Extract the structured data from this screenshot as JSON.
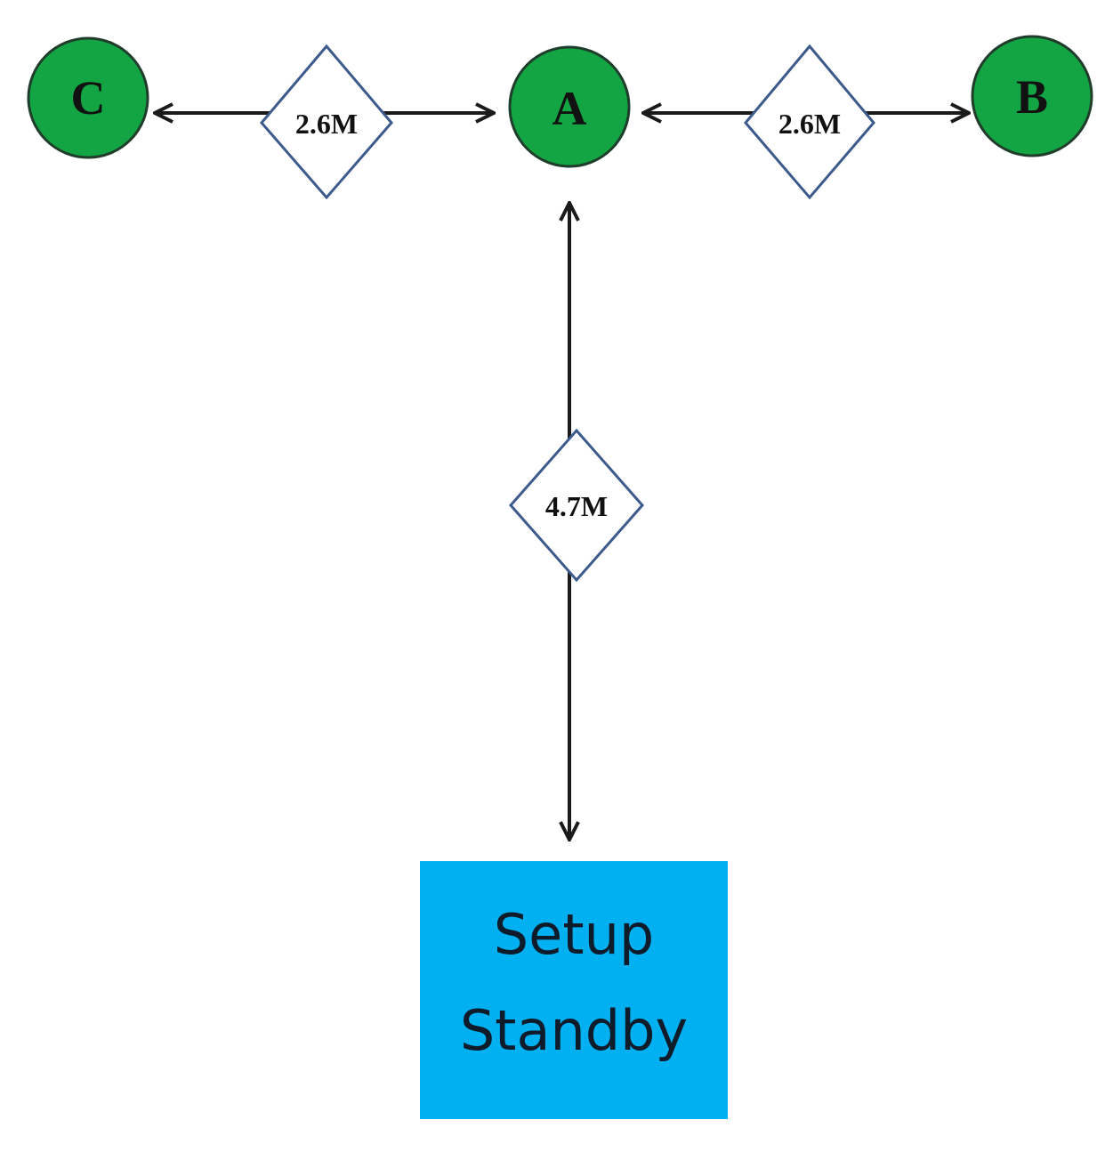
{
  "nodes": {
    "c": {
      "label": "C",
      "fill": "#13a543"
    },
    "a": {
      "label": "A",
      "fill": "#13a543"
    },
    "b": {
      "label": "B",
      "fill": "#13a543"
    }
  },
  "links": {
    "c_a": {
      "distance": "2.6M"
    },
    "a_b": {
      "distance": "2.6M"
    },
    "a_standby": {
      "distance": "4.7M"
    }
  },
  "standby_box": {
    "line1": "Setup",
    "line2": "Standby",
    "fill": "#00b0f0"
  },
  "colors": {
    "node_border": "#1f3d2a",
    "arrow": "#1a1a1a",
    "diamond_border": "#3c5a8c",
    "text": "#111111",
    "box_text": "#0d1b2a"
  }
}
